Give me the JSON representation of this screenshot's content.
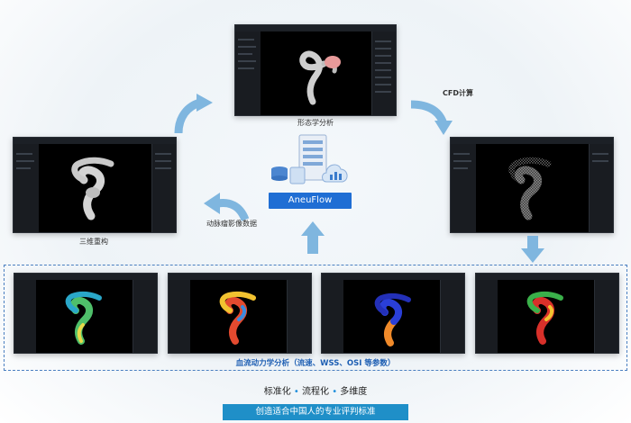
{
  "labels": {
    "morphology": "形态学分析",
    "cfd": "CFD计算",
    "reconstruction": "三维重构",
    "aneurysm_data": "动脉瘤影像数据",
    "brand": "AneuFlow",
    "hemodynamics": "血流动力学分析（流速、WSS、OSI 等参数）"
  },
  "tagline": {
    "item1": "标准化",
    "item2": "流程化",
    "item3": "多维度",
    "separator": "•"
  },
  "footer": "创造适合中国人的专业评判标准",
  "colors": {
    "arrow_blue": "#7fb6df",
    "brand_blue": "#1f6ed4",
    "footer_blue": "#1f8fc8",
    "dash_blue": "#4a7fc0"
  }
}
